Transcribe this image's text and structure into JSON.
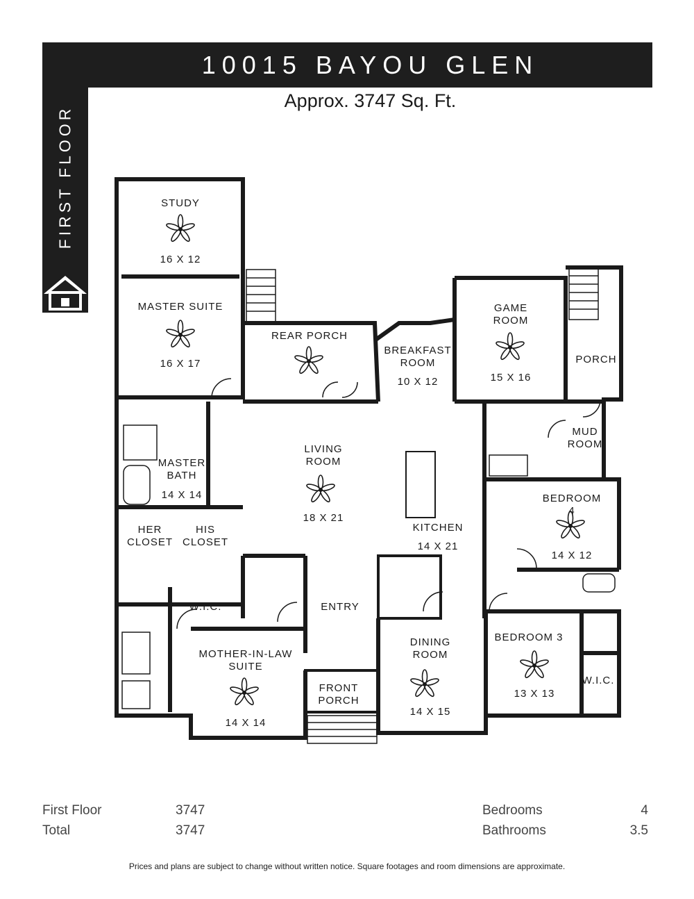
{
  "header": {
    "title": "10015 BAYOU GLEN",
    "sqft_text": "Approx. 3747 Sq. Ft."
  },
  "sidebar": {
    "label": "FIRST FLOOR",
    "icon": "home-icon"
  },
  "rooms": {
    "study": {
      "name": "STUDY",
      "size": "16 X 12"
    },
    "master_suite": {
      "name": "MASTER SUITE",
      "size": "16 X 17"
    },
    "rear_porch": {
      "name": "REAR PORCH"
    },
    "breakfast": {
      "name": "BREAKFAST\nROOM",
      "size": "10 X 12"
    },
    "game_room": {
      "name": "GAME\nROOM",
      "size": "15 X 16"
    },
    "porch": {
      "name": "PORCH"
    },
    "mud_room": {
      "name": "MUD\nROOM"
    },
    "master_bath": {
      "name": "MASTER\nBATH",
      "size": "14 X 14"
    },
    "living_room": {
      "name": "LIVING\nROOM",
      "size": "18 X 21"
    },
    "kitchen": {
      "name": "KITCHEN",
      "size": "14 X 21"
    },
    "bedroom4": {
      "name": "BEDROOM 4",
      "size": "14 X 12"
    },
    "her_closet": {
      "name": "HER\nCLOSET"
    },
    "his_closet": {
      "name": "HIS\nCLOSET"
    },
    "wic_left": {
      "name": "W.I.C."
    },
    "entry": {
      "name": "ENTRY"
    },
    "mother_in_law": {
      "name": "MOTHER-IN-LAW\nSUITE",
      "size": "14 X 14"
    },
    "front_porch": {
      "name": "FRONT\nPORCH"
    },
    "dining_room": {
      "name": "DINING\nROOM",
      "size": "14 X 15"
    },
    "bedroom3": {
      "name": "BEDROOM 3",
      "size": "13 X 13"
    },
    "wic_right": {
      "name": "W.I.C."
    }
  },
  "stats": {
    "first_floor_label": "First Floor",
    "first_floor_value": "3747",
    "total_label": "Total",
    "total_value": "3747",
    "bedrooms_label": "Bedrooms",
    "bedrooms_value": "4",
    "bathrooms_label": "Bathrooms",
    "bathrooms_value": "3.5"
  },
  "footnote": "Prices and plans are subject to change without written notice. Square footages and room dimensions are approximate.",
  "colors": {
    "band": "#1e1e1e",
    "wall": "#1a1a1a",
    "text_on_band": "#ffffff"
  }
}
